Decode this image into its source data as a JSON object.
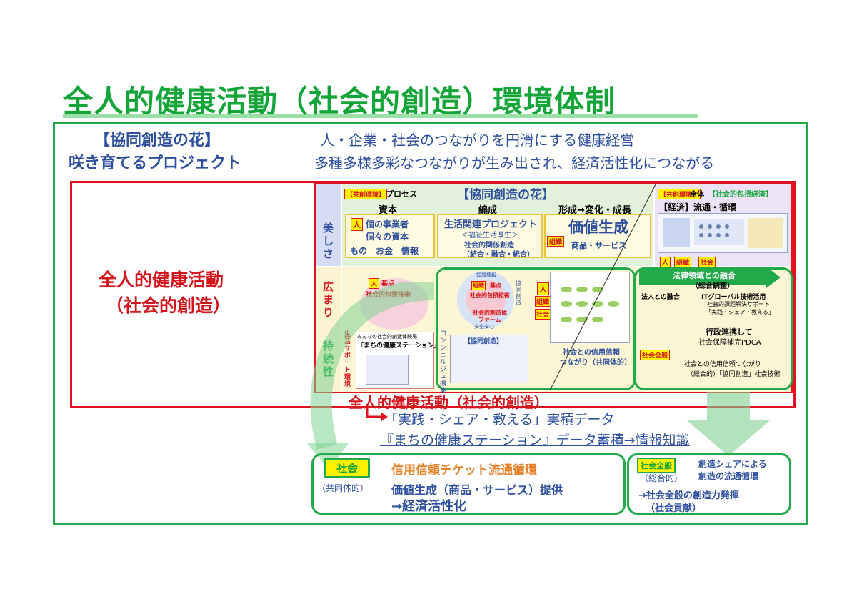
{
  "title": "全人的健康活動（社会的創造）環境体制",
  "header": {
    "project_line1": "【協同創造の花】",
    "project_line2": "咲き育てるプロジェクト",
    "desc_line1": "人・企業・社会のつながりを円滑にする健康経営",
    "desc_line2": "多種多様多彩なつながりが生み出され、経済活性化につながる"
  },
  "left_panel": {
    "line1": "全人的健康活動",
    "line2": "（社会的創造）"
  },
  "row_labels": {
    "beauty": "美しさ",
    "spread": "広まり",
    "sustain": "持続性"
  },
  "process": {
    "tag": "【共創環境】",
    "label": "プロセス",
    "flower_title": "【協同創造の花】",
    "col1": "資本",
    "col2": "編成",
    "col3": "形成→変化・成長",
    "tag_person": "人",
    "business": "個の事業者",
    "capital": "個々の資本",
    "assets": "もの　お金　情報",
    "life_project": "生活関連プロジェクト",
    "welfare": "＜福祉生活厚生＞",
    "social_rel1": "社会的関係創造",
    "social_rel2": "（結合・融合・統合）",
    "tag_org": "組織",
    "value_creation": "価値生成",
    "goods": "商品・サービス"
  },
  "right_top": {
    "tag": "【共創環境】",
    "whole": "全体",
    "economy": "【社会的包摂経済】",
    "flow": "【経済】流通・循環",
    "chip_person": "人",
    "chip_org": "組織",
    "chip_society": "社会"
  },
  "middle": {
    "base1": "基点",
    "tech": "社会的包摂技術",
    "org_base": "組織",
    "base2": "基点",
    "social_tech": "社会的包摂技術",
    "farm1": "社会的創造体",
    "farm2": "ファーム",
    "safe": "安全安心",
    "knowledge": "知識情報",
    "coop": "協同創造",
    "chip_person": "人",
    "chip_org": "組織",
    "chip_society": "社会",
    "station_small": "みんなの社会的創造体験場",
    "station": "『まちの健康ステーション』",
    "life_support": "生活サポート環境",
    "concierge": "コンシェルジュ機能",
    "coop_create": "【協同創造】",
    "trust1": "社会との信用信頼",
    "trust2": "つながり（共同体的）",
    "law_title1": "法律領域との融合",
    "law_title2": "（総合調整）",
    "law1": "法人との融合",
    "it": "ITグローバル技術活用",
    "it_desc1": "社会的課題解決サポート",
    "it_desc2": "「実践・シェア・教える」",
    "admin": "行政連携して",
    "pdca": "社会保障補完PDCA",
    "society_all": "社会全般",
    "trust3": "社会との信用信頼つながり",
    "trust4": "（総合的）「協同創造」社会技術"
  },
  "bottom_title": "全人的健康活動（社会的創造）",
  "data_line1": "「実践・シェア・教える」実積データ",
  "data_line2": "『まちの健康ステーション』データ蓄積→情報知識",
  "ticket_box": {
    "tag": "社会",
    "community": "（共同体的）",
    "ticket": "信用信頼チケット流通循環",
    "value": "価値生成（商品・サービス）提供",
    "econ": "→経済活性化"
  },
  "society_box": {
    "tag": "社会全般",
    "comprehensive": "（総合的）",
    "line1": "創造シェアによる",
    "line2": "創造の流通循環",
    "line3": "→社会全般の創造力発揮",
    "line4": "（社会貢献）"
  },
  "colors": {
    "green": "#13a538",
    "red": "#e0141e",
    "blue": "#2d4f9e",
    "yellow": "#fff200"
  }
}
